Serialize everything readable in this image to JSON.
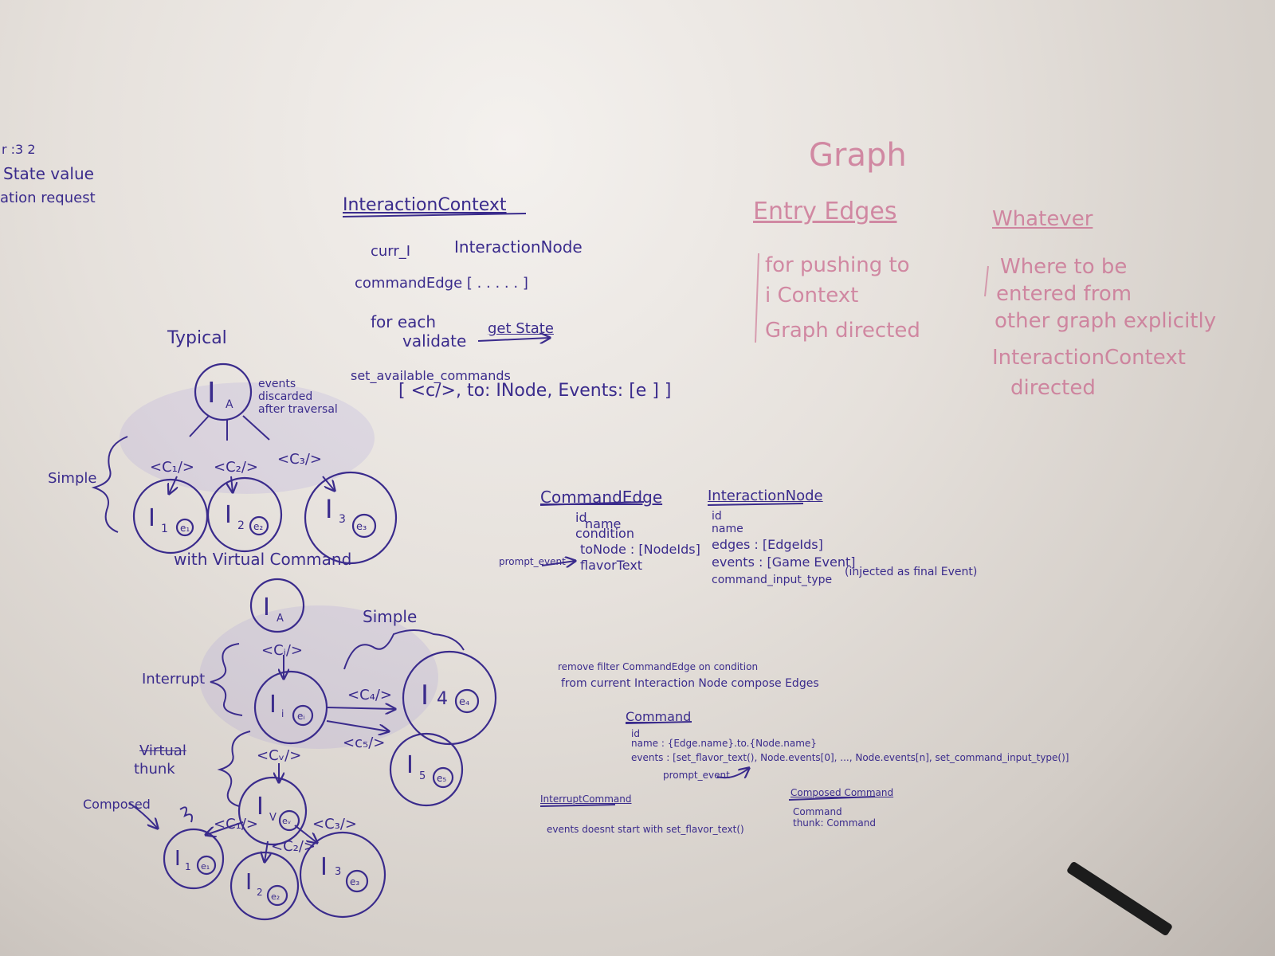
{
  "left_fragment": {
    "line1": "r :3 2",
    "line2": "State value",
    "line3": "ation request"
  },
  "interaction_context": {
    "title": "InteractionContext",
    "curr_label": "curr_I",
    "curr_type": "InteractionNode",
    "command_edge": "commandEdge [ . . . . . ]",
    "for_each": "for each",
    "validate": "validate",
    "get_state": "get State",
    "set_available": "set_available_commands",
    "edges_sig": "[ <c/>, to: INode, Events: [e ] ]"
  },
  "graph_notes": {
    "title": "Graph",
    "entry_edges": {
      "heading": "Entry Edges",
      "lines": [
        "for pushing to",
        "i Context",
        "Graph directed"
      ]
    },
    "right_heading": "Whatever",
    "right_lines": [
      "Where to be",
      "entered from",
      "other graph explicitly",
      "InteractionContext",
      "directed"
    ]
  },
  "typical": {
    "title": "Typical",
    "events_note": [
      "events",
      "discarded",
      "after traversal"
    ],
    "simple_label": "Simple",
    "with_virtual": "with Virtual Command"
  },
  "diagram_labels": {
    "interrupt": "Interrupt",
    "virtual": "Virtual",
    "thunk": "thunk",
    "composed": "Composed",
    "simple": "Simple"
  },
  "command_edge": {
    "title": "CommandEdge",
    "fields": [
      "id",
      "name",
      "condition",
      "toNode : [NodeIds]",
      "flavorText"
    ],
    "prompt_event": "prompt_event"
  },
  "interaction_node": {
    "title": "InteractionNode",
    "fields": [
      "id",
      "name",
      "edges : [EdgeIds]",
      "events : [Game Event]",
      "command_input_type"
    ],
    "injected_note": "(injected as final Event)"
  },
  "remove_note": {
    "line1": "remove filter CommandEdge on condition",
    "line2": "from current Interaction Node compose Edges"
  },
  "command": {
    "title": "Command",
    "lines": [
      "id",
      "name : {Edge.name}.to.{Node.name}",
      "events : [set_flavor_text(), Node.events[0], ..., Node.events[n], set_command_input_type()]",
      "prompt_event"
    ]
  },
  "interrupt_command": {
    "title": "InterruptCommand",
    "note": "events doesnt start with set_flavor_text()"
  },
  "composed_command": {
    "title": "Composed Command",
    "lines": [
      "Command",
      "thunk: Command"
    ]
  }
}
